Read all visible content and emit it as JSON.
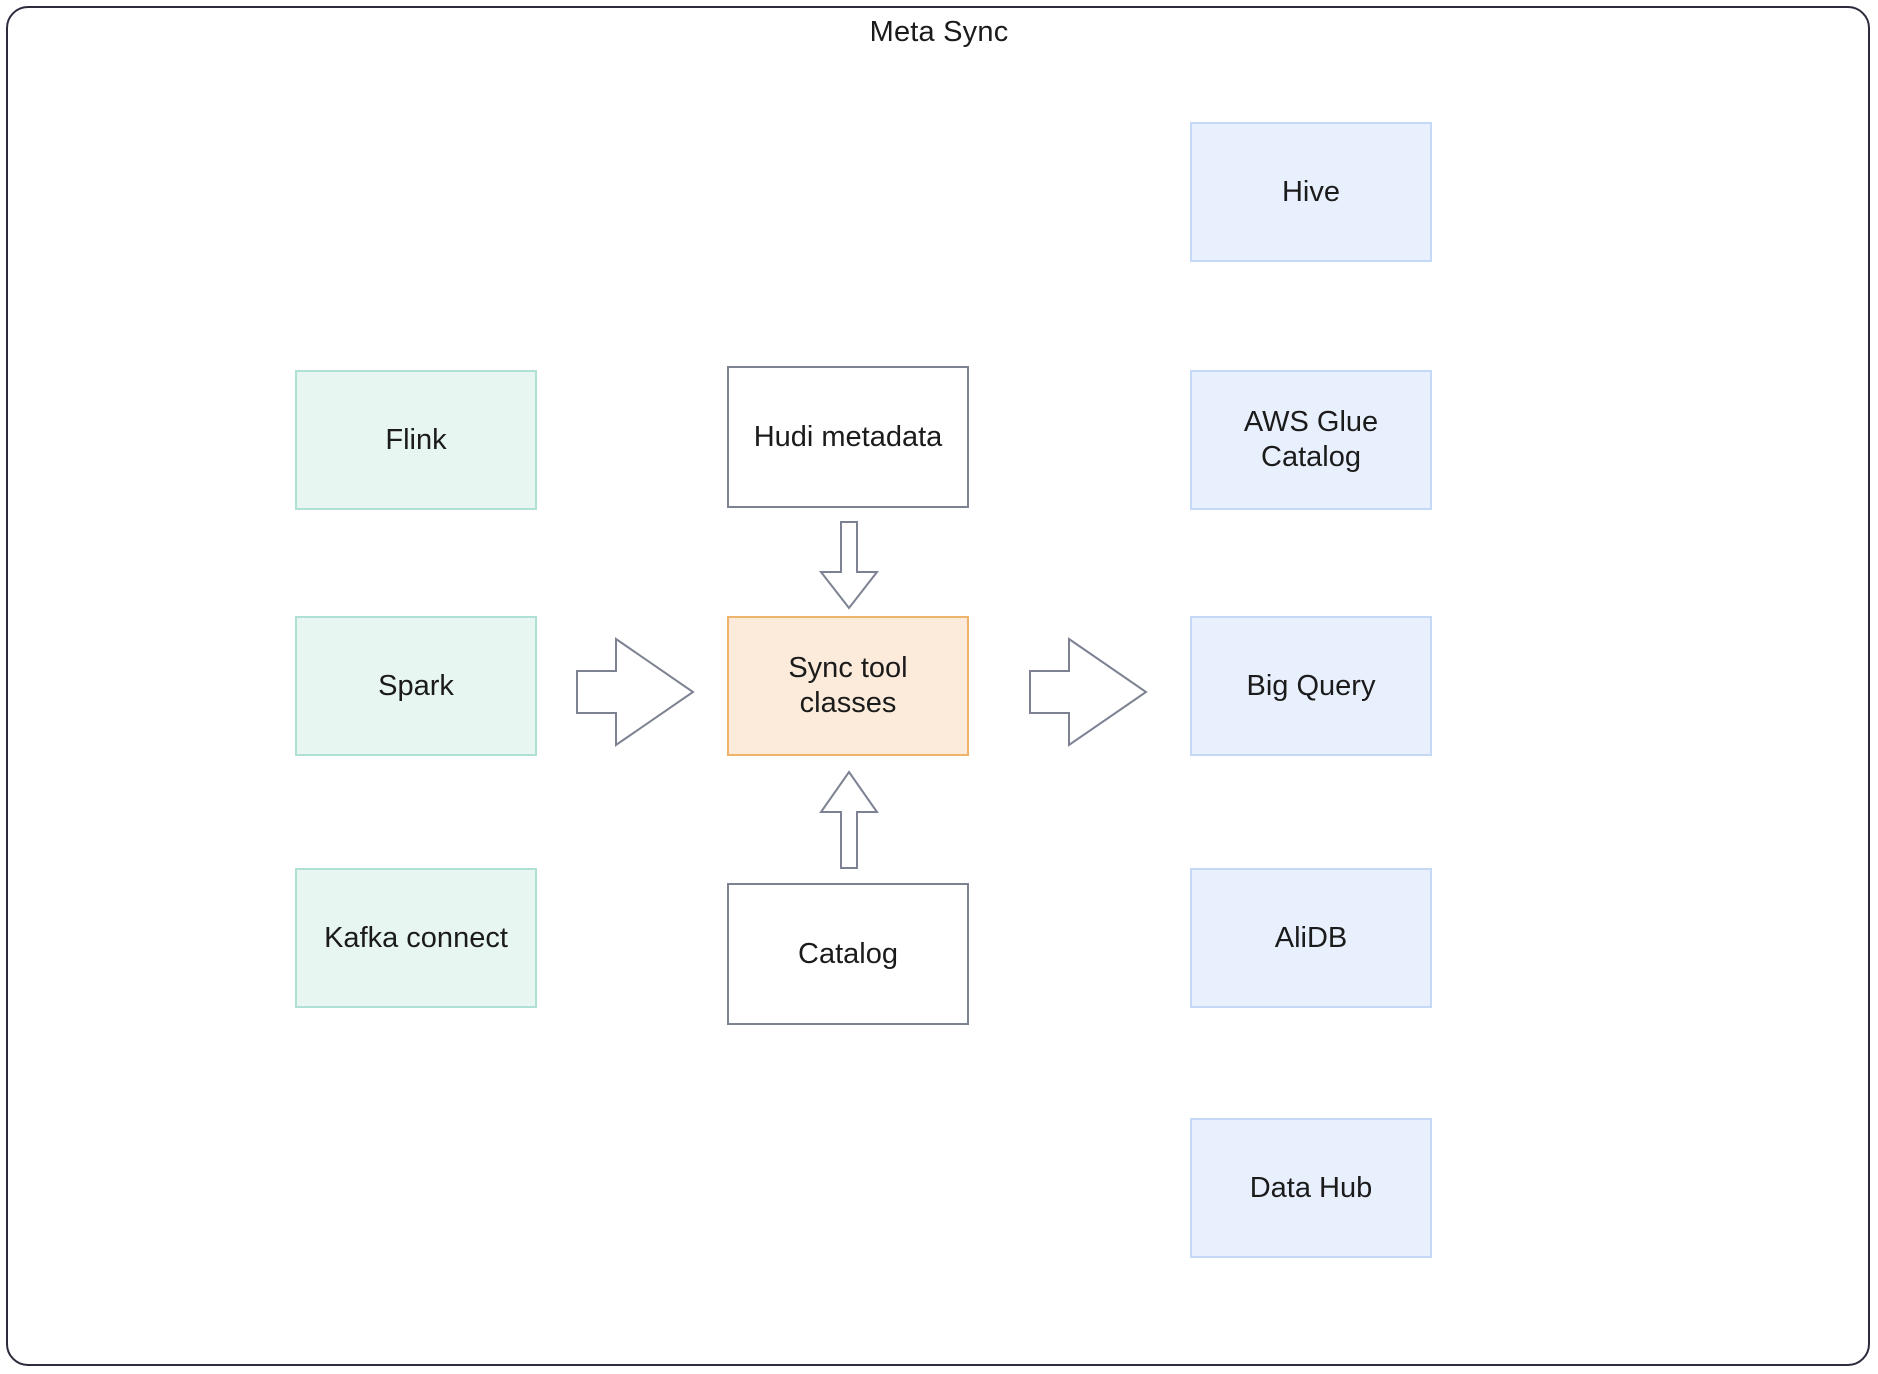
{
  "diagram": {
    "title": "Meta Sync",
    "type": "architecture-flow",
    "colors": {
      "frame_border": "#2b2b3d",
      "source_fill": "#e8f6f1",
      "source_border": "#aee0d5",
      "target_fill": "#e9f0fd",
      "target_border": "#c5d9f7",
      "plain_fill": "#ffffff",
      "plain_border": "#7d8293",
      "center_fill": "#fcebdb",
      "center_border": "#efb46c",
      "arrow_stroke": "#7d8293",
      "text": "#1b1b1b"
    },
    "sources": [
      {
        "label": "Flink"
      },
      {
        "label": "Spark"
      },
      {
        "label": "Kafka connect"
      }
    ],
    "center": {
      "above": "Hudi metadata",
      "main": "Sync tool classes",
      "below": "Catalog"
    },
    "targets": [
      {
        "label": "Hive"
      },
      {
        "label": "AWS Glue Catalog"
      },
      {
        "label": "Big Query"
      },
      {
        "label": "AliDB"
      },
      {
        "label": "Data Hub"
      }
    ],
    "arrows": [
      {
        "name": "sources-to-sync",
        "direction": "right"
      },
      {
        "name": "sync-to-targets",
        "direction": "right"
      },
      {
        "name": "hudi-to-sync",
        "direction": "down"
      },
      {
        "name": "catalog-to-sync",
        "direction": "up"
      }
    ]
  }
}
